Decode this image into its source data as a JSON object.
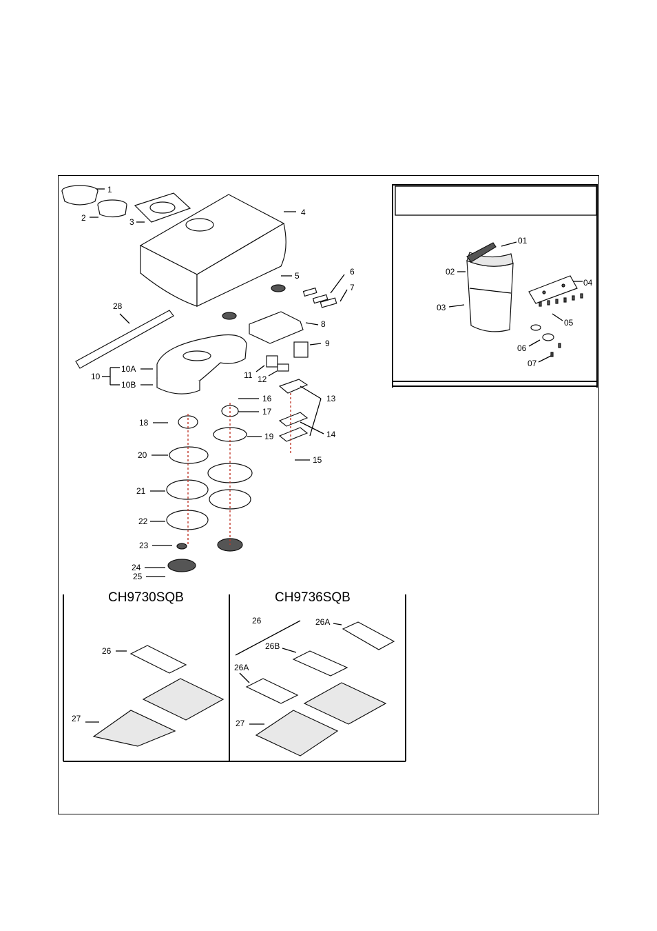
{
  "diagram": {
    "main_labels": {
      "l1": "1",
      "l2": "2",
      "l3": "3",
      "l4": "4",
      "l5": "5",
      "l6": "6",
      "l7": "7",
      "l8": "8",
      "l9": "9",
      "l10": "10",
      "l10a": "10A",
      "l10b": "10B",
      "l11": "11",
      "l12": "12",
      "l13": "13",
      "l14": "14",
      "l15": "15",
      "l16": "16",
      "l17": "17",
      "l18": "18",
      "l19": "19",
      "l20": "20",
      "l21": "21",
      "l22": "22",
      "l23": "23",
      "l24": "24",
      "l25": "25",
      "l28": "28"
    },
    "chimney_labels": {
      "c01": "01",
      "c02": "02",
      "c03": "03",
      "c04": "04",
      "c05": "05",
      "c06": "06",
      "c07": "07"
    },
    "filters": {
      "left_title": "CH9730SQB",
      "right_title": "CH9736SQB",
      "l26": "26",
      "l27": "27",
      "r26": "26",
      "r26a_top": "26A",
      "r26b": "26B",
      "r26a": "26A",
      "r27": "27"
    }
  }
}
